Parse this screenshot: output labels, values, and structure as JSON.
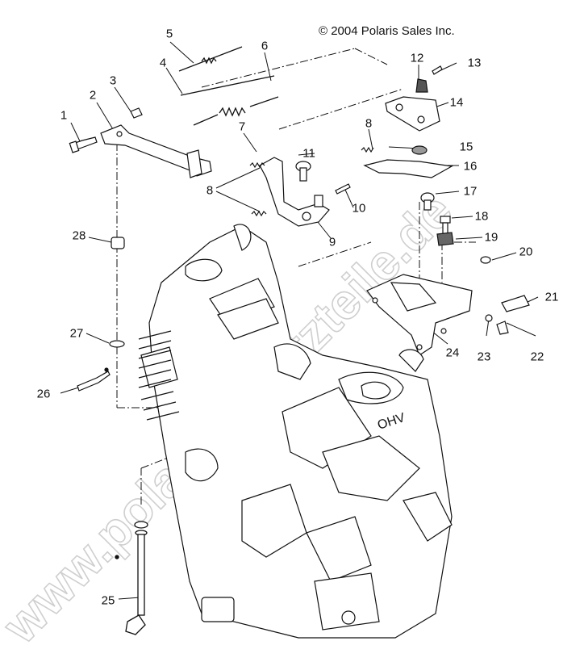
{
  "copyright": "© 2004 Polaris Sales Inc.",
  "watermark": "www.polarisersatzteile.de",
  "callouts": [
    {
      "id": "1",
      "label": "1"
    },
    {
      "id": "2",
      "label": "2"
    },
    {
      "id": "3",
      "label": "3"
    },
    {
      "id": "4",
      "label": "4"
    },
    {
      "id": "5",
      "label": "5"
    },
    {
      "id": "6",
      "label": "6"
    },
    {
      "id": "7",
      "label": "7"
    },
    {
      "id": "8a",
      "label": "8"
    },
    {
      "id": "8b",
      "label": "8"
    },
    {
      "id": "9",
      "label": "9"
    },
    {
      "id": "10",
      "label": "10"
    },
    {
      "id": "11",
      "label": "11"
    },
    {
      "id": "12",
      "label": "12"
    },
    {
      "id": "13",
      "label": "13"
    },
    {
      "id": "14",
      "label": "14"
    },
    {
      "id": "15",
      "label": "15"
    },
    {
      "id": "16",
      "label": "16"
    },
    {
      "id": "17",
      "label": "17"
    },
    {
      "id": "18",
      "label": "18"
    },
    {
      "id": "19",
      "label": "19"
    },
    {
      "id": "20",
      "label": "20"
    },
    {
      "id": "21",
      "label": "21"
    },
    {
      "id": "22",
      "label": "22"
    },
    {
      "id": "23",
      "label": "23"
    },
    {
      "id": "24",
      "label": "24"
    },
    {
      "id": "25",
      "label": "25"
    },
    {
      "id": "26",
      "label": "26"
    },
    {
      "id": "27",
      "label": "27"
    },
    {
      "id": "28",
      "label": "28"
    }
  ],
  "engine_stamp": "OHV"
}
